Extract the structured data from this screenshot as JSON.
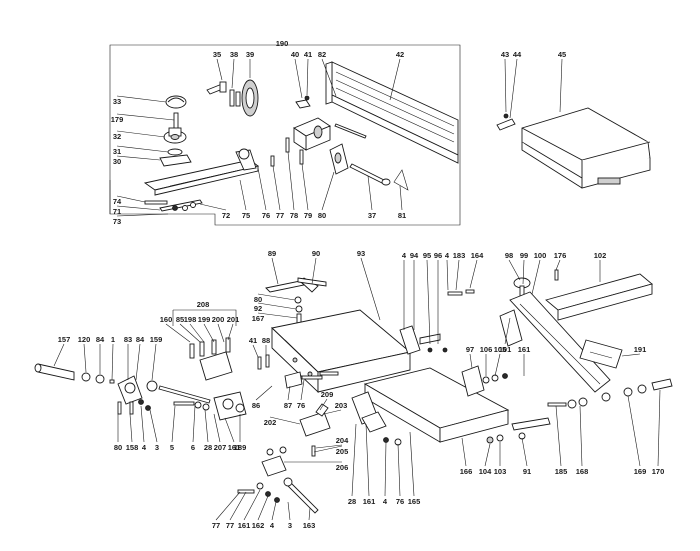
{
  "diagram": {
    "labels_upper": [
      "190",
      "35",
      "38",
      "39",
      "40",
      "41",
      "82",
      "42",
      "43",
      "44",
      "45",
      "33",
      "179",
      "32",
      "31",
      "30",
      "74",
      "71",
      "73",
      "72",
      "75",
      "76",
      "77",
      "78",
      "79",
      "80",
      "37",
      "81"
    ],
    "labels_lower": [
      "89",
      "90",
      "93",
      "4",
      "94",
      "95",
      "96",
      "4",
      "183",
      "164",
      "98",
      "99",
      "100",
      "176",
      "102",
      "80",
      "92",
      "167",
      "208",
      "160",
      "85",
      "198",
      "199",
      "200",
      "201",
      "157",
      "120",
      "84",
      "1",
      "83",
      "84",
      "159",
      "41",
      "88",
      "97",
      "106",
      "105",
      "101",
      "161",
      "191",
      "80",
      "158",
      "4",
      "3",
      "5",
      "6",
      "28",
      "207",
      "161",
      "189",
      "86",
      "87",
      "76",
      "202",
      "209",
      "203",
      "204",
      "205",
      "206",
      "28",
      "161",
      "4",
      "76",
      "165",
      "166",
      "104",
      "103",
      "91",
      "185",
      "168",
      "169",
      "170",
      "77",
      "77",
      "161",
      "162",
      "4",
      "3",
      "163"
    ]
  }
}
